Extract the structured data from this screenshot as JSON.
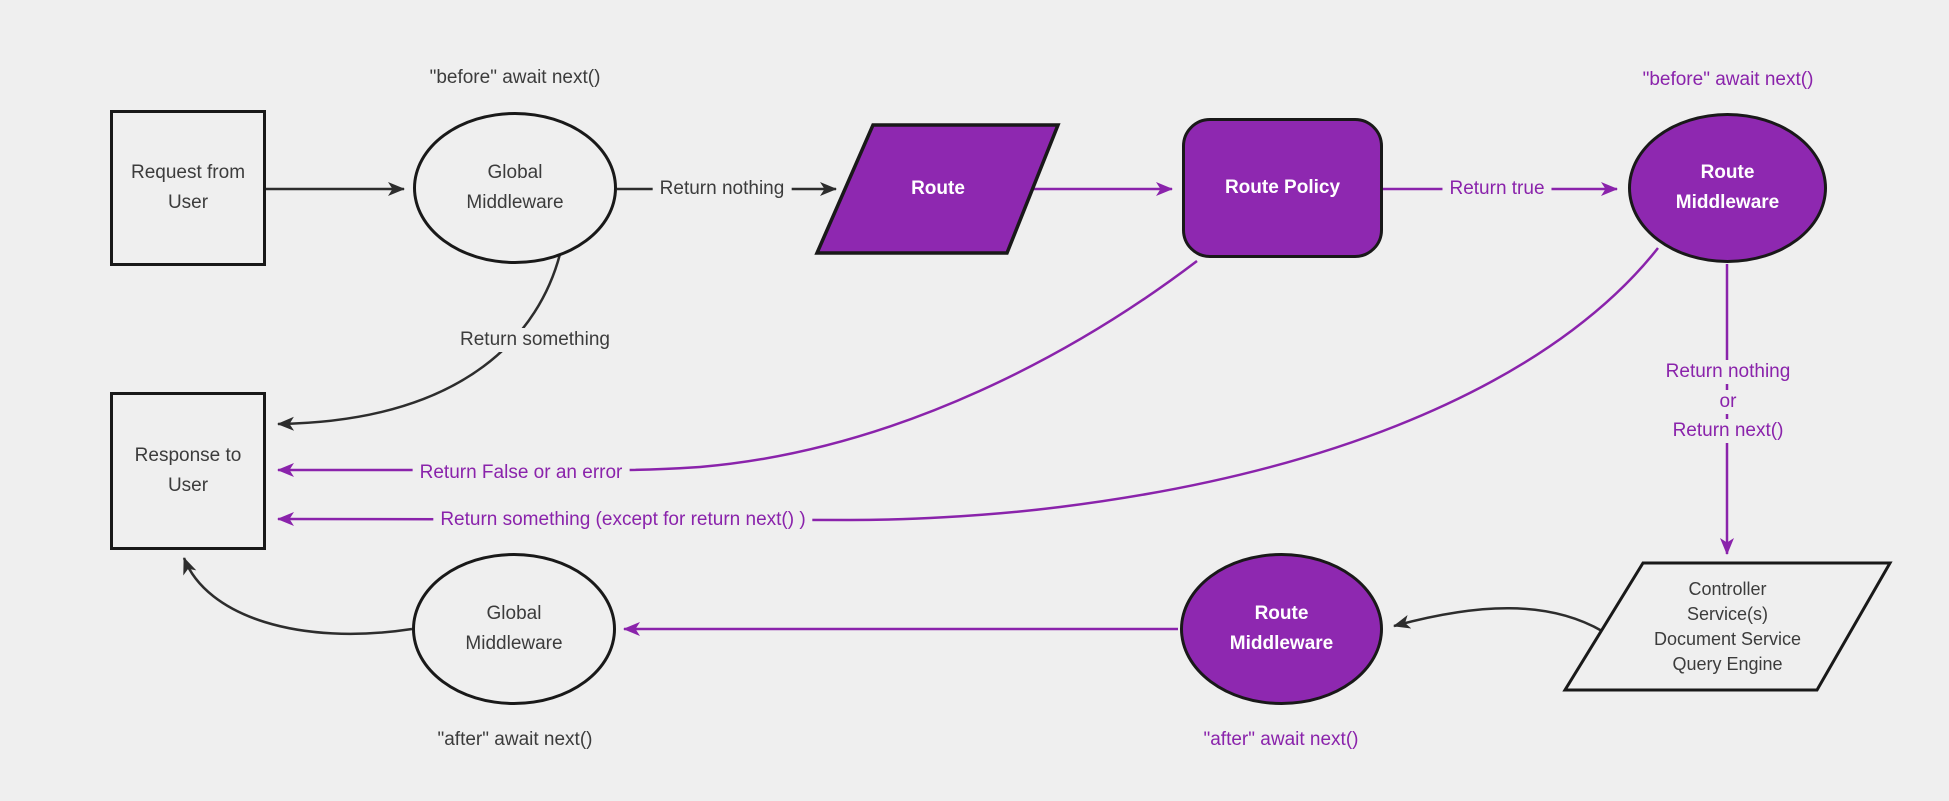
{
  "colors": {
    "background": "#efefef",
    "purple_fill": "#8e28b0",
    "purple_line": "#8a23ab",
    "dark_line": "#2d2d2d",
    "node_border": "#191919",
    "dark_text": "#3c3c3c",
    "node_text_on_purple": "#ffffff"
  },
  "nodes": {
    "request": {
      "label": "Request from User"
    },
    "global_middleware_top": {
      "label": "Global Middleware"
    },
    "route": {
      "label": "Route"
    },
    "route_policy": {
      "label": "Route Policy"
    },
    "route_middleware_top": {
      "label": "Route Middleware"
    },
    "services": {
      "lines": [
        "Controller",
        "Service(s)",
        "Document Service",
        "Query Engine"
      ]
    },
    "response": {
      "label": "Response to User"
    },
    "route_middleware_bottom": {
      "label": "Route Middleware"
    },
    "global_middleware_bottom": {
      "label": "Global Middleware"
    }
  },
  "edge_labels": {
    "return_nothing": "Return nothing",
    "return_true": "Return true",
    "return_nothing_or": [
      "Return nothing",
      "or",
      "Return next()"
    ],
    "return_something": "Return something",
    "return_false_or_error": "Return False or an error",
    "return_something_except": "Return something (except for return next() )"
  },
  "annotations": {
    "before_await_dark": "\"before\" await next()",
    "before_await_purple": "\"before\" await next()",
    "after_await_dark": "\"after\" await next()",
    "after_await_purple": "\"after\" await next()"
  }
}
